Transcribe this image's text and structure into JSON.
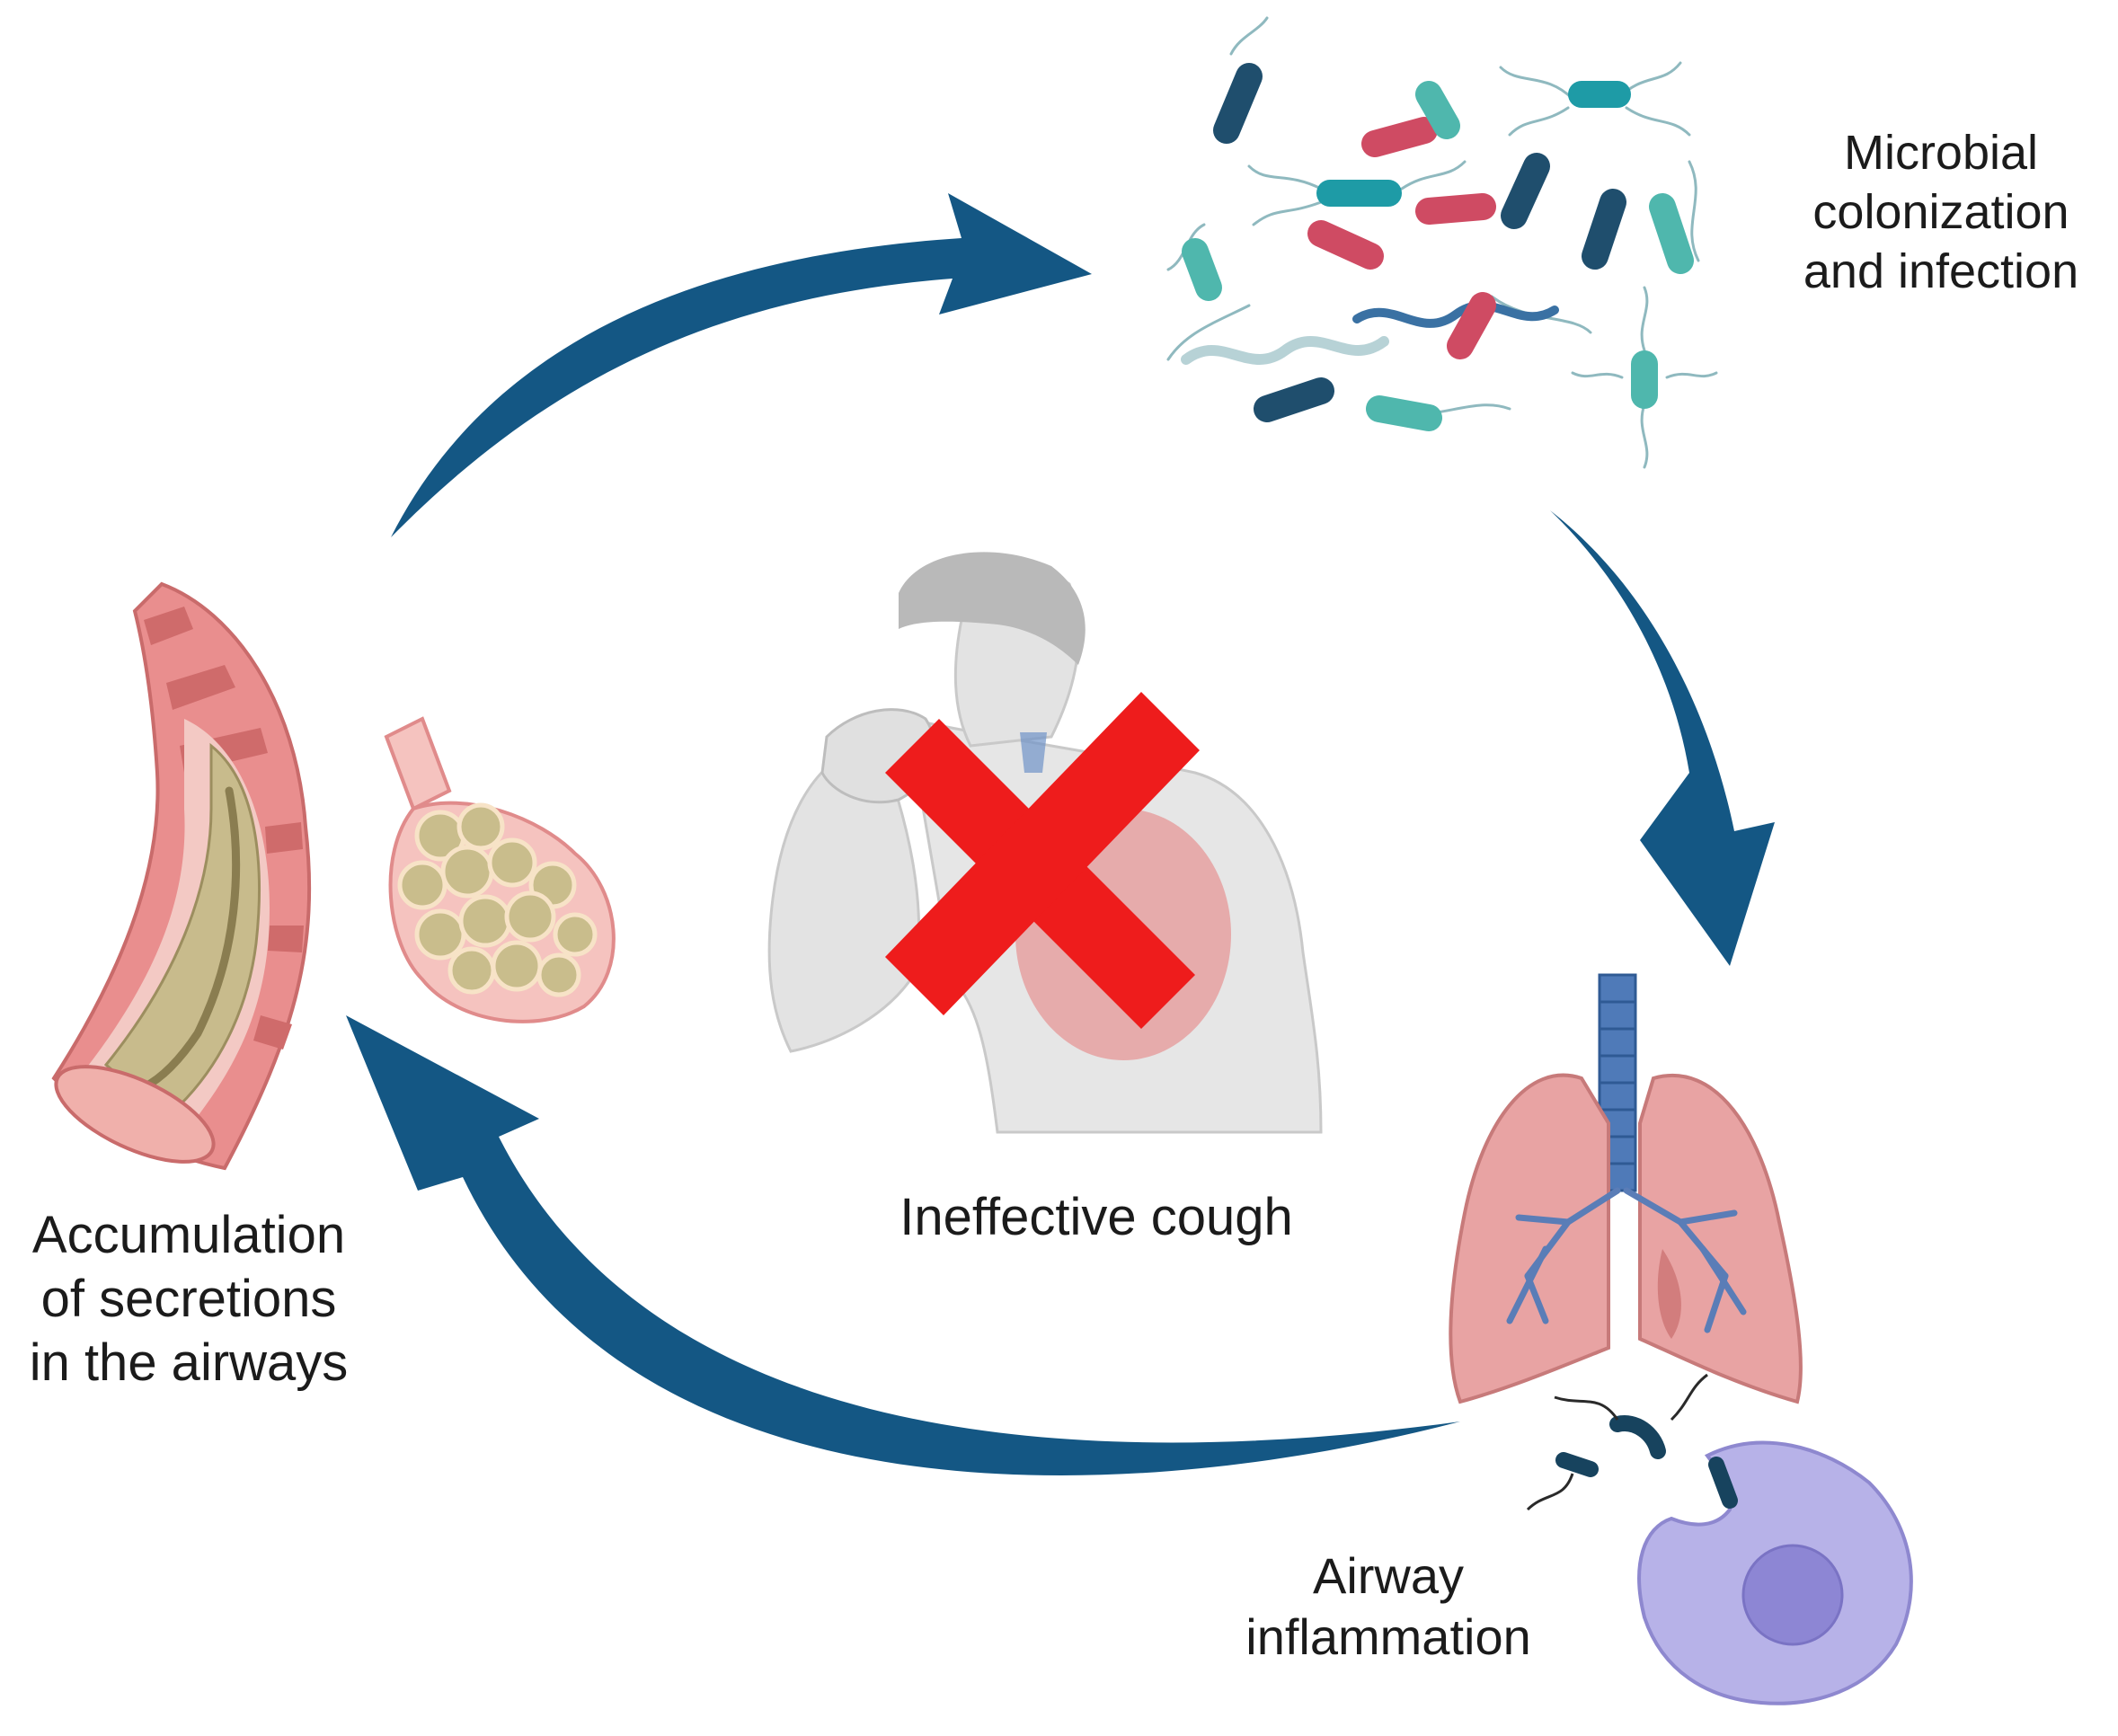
{
  "labels": {
    "microbial": [
      "Microbial",
      "colonization",
      "and infection"
    ],
    "cough": [
      "Ineffective cough"
    ],
    "accumulation": [
      "Accumulation",
      "of secretions",
      "in the airways"
    ],
    "inflammation": [
      "Airway",
      "inflammation"
    ]
  },
  "colors": {
    "arrow": "#145784",
    "cross": "#ee1c1c",
    "airway_wall": "#e98e8e",
    "mucus": "#bdb083",
    "bacteria_teal": "#1e9ba6",
    "bacteria_red": "#cf4b63",
    "bacteria_navy": "#1f4e6d",
    "lung": "#e8a3a3",
    "bronchi": "#5a7db7",
    "macrophage": "#b7b2e8",
    "skin_gray": "#d9d9d9"
  },
  "icons": [
    "bronchus-cross-section-icon",
    "alveoli-icon",
    "bacteria-cluster-icon",
    "person-coughing-icon",
    "red-cross-icon",
    "lungs-icon",
    "macrophage-icon"
  ]
}
